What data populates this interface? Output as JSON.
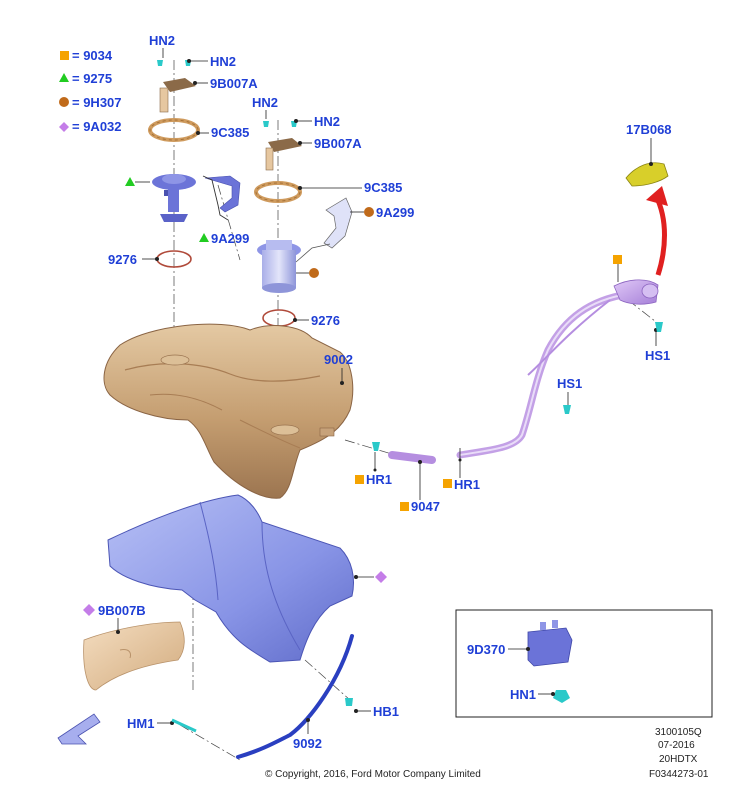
{
  "legend": [
    {
      "symbol": "square",
      "color": "#f5a300",
      "text": "= 9034"
    },
    {
      "symbol": "triangle",
      "color": "#22cc22",
      "text": "= 9275"
    },
    {
      "symbol": "circle",
      "color": "#c06a1a",
      "text": "= 9H307"
    },
    {
      "symbol": "diamond",
      "color": "#c47de8",
      "text": "= 9A032"
    }
  ],
  "labels": {
    "hn2_a": "HN2",
    "hn2_b": "HN2",
    "p9b007a_a": "9B007A",
    "hn2_c": "HN2",
    "hn2_d": "HN2",
    "p9b007a_b": "9B007A",
    "p9c385_a": "9C385",
    "p9c385_b": "9C385",
    "p9a299_a": "9A299",
    "p9a299_b": "9A299",
    "p9276_a": "9276",
    "p9276_b": "9276",
    "p9002": "9002",
    "p17b068": "17B068",
    "hs1_a": "HS1",
    "hs1_b": "HS1",
    "hr1_a": "HR1",
    "hr1_b": "HR1",
    "p9047": "9047",
    "p9b007b": "9B007B",
    "hm1": "HM1",
    "p9092": "9092",
    "hb1": "HB1",
    "p9d370": "9D370",
    "hn1": "HN1"
  },
  "footer": {
    "code1": "3100105Q",
    "code2": "07-2016",
    "code3": "20HDTX",
    "code4": "F0344273-01",
    "copyright": "© Copyright, 2016, Ford Motor Company Limited"
  },
  "colors": {
    "label_blue": "#1f3fd6",
    "tank_bronze": "#c9a57a",
    "shield_blue": "#8c98e8",
    "filler_purple": "#c3a0e6",
    "arrow_red": "#e02020",
    "cap_yellow": "#d8cf2a"
  }
}
